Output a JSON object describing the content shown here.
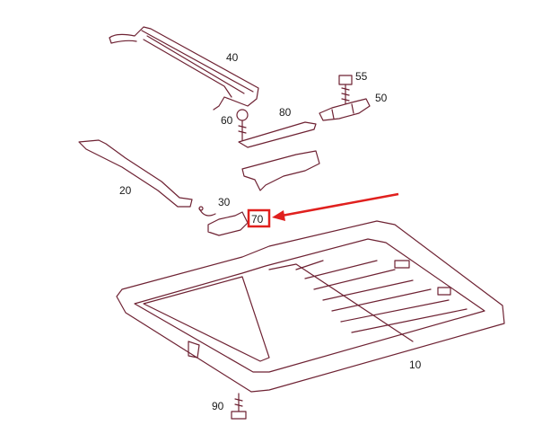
{
  "diagram": {
    "line_color": "#6e2233",
    "highlight_color": "#e0201e",
    "highlighted_part": "70",
    "parts": [
      {
        "id": "p40",
        "label": "40"
      },
      {
        "id": "p55",
        "label": "55"
      },
      {
        "id": "p50",
        "label": "50"
      },
      {
        "id": "p60",
        "label": "60"
      },
      {
        "id": "p80",
        "label": "80"
      },
      {
        "id": "p20",
        "label": "20"
      },
      {
        "id": "p30",
        "label": "30"
      },
      {
        "id": "p70",
        "label": "70"
      },
      {
        "id": "p10",
        "label": "10"
      },
      {
        "id": "p90",
        "label": "90"
      }
    ]
  }
}
